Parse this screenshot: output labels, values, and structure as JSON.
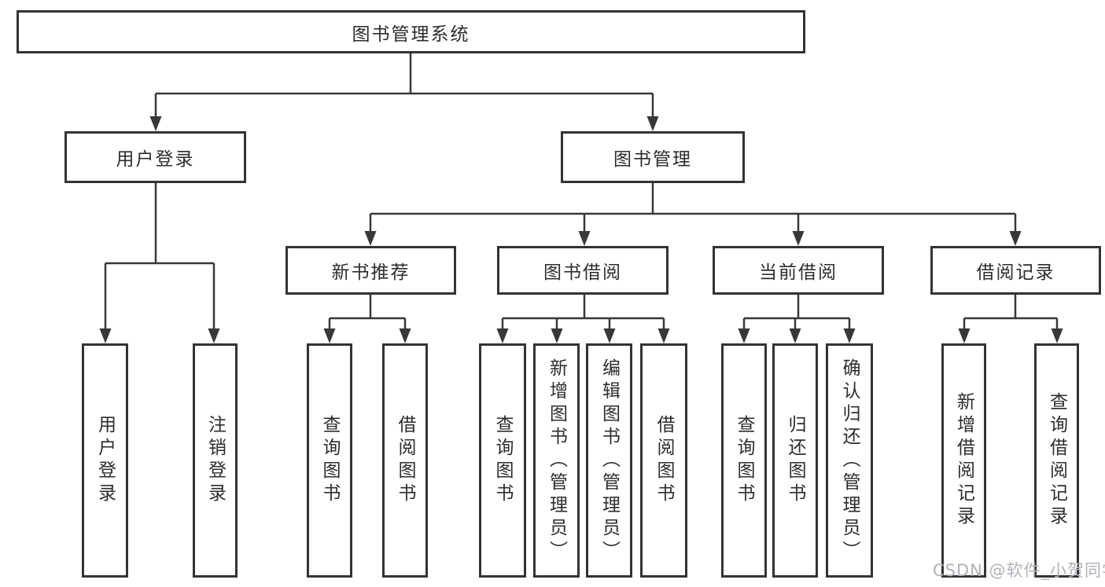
{
  "diagram": {
    "title": "图书管理系统",
    "tree": {
      "root": {
        "label": "图书管理系统"
      },
      "user_login": {
        "label": "用户登录"
      },
      "book_management": {
        "label": "图书管理"
      },
      "new_book_recommend": {
        "label": "新书推荐"
      },
      "book_borrowing": {
        "label": "图书借阅"
      },
      "current_borrowing": {
        "label": "当前借阅"
      },
      "borrowing_records": {
        "label": "借阅记录"
      },
      "user_login_leaf": {
        "label": "用户登录"
      },
      "logout_leaf": {
        "label": "注销登录"
      },
      "query_books_recommend": {
        "label": "查询图书"
      },
      "borrow_books_recommend": {
        "label": "借阅图书"
      },
      "query_books_borrowing": {
        "label": "查询图书"
      },
      "add_books_admin": {
        "label": "新增图书（管理员）"
      },
      "edit_books_admin": {
        "label": "编辑图书（管理员）"
      },
      "borrow_books_borrowing": {
        "label": "借阅图书"
      },
      "query_books_current": {
        "label": "查询图书"
      },
      "return_books": {
        "label": "归还图书"
      },
      "confirm_return_admin": {
        "label": "确认归还（管理员）"
      },
      "add_borrow_record": {
        "label": "新增借阅记录"
      },
      "query_borrow_record": {
        "label": "查询借阅记录"
      }
    }
  },
  "watermark": {
    "text": "CSDN @软件_小贺同学"
  },
  "colors": {
    "line": "#383838",
    "box_border": "#333333",
    "text": "#2d2d2d",
    "watermark": "#afb3b8",
    "background": "#ffffff"
  }
}
